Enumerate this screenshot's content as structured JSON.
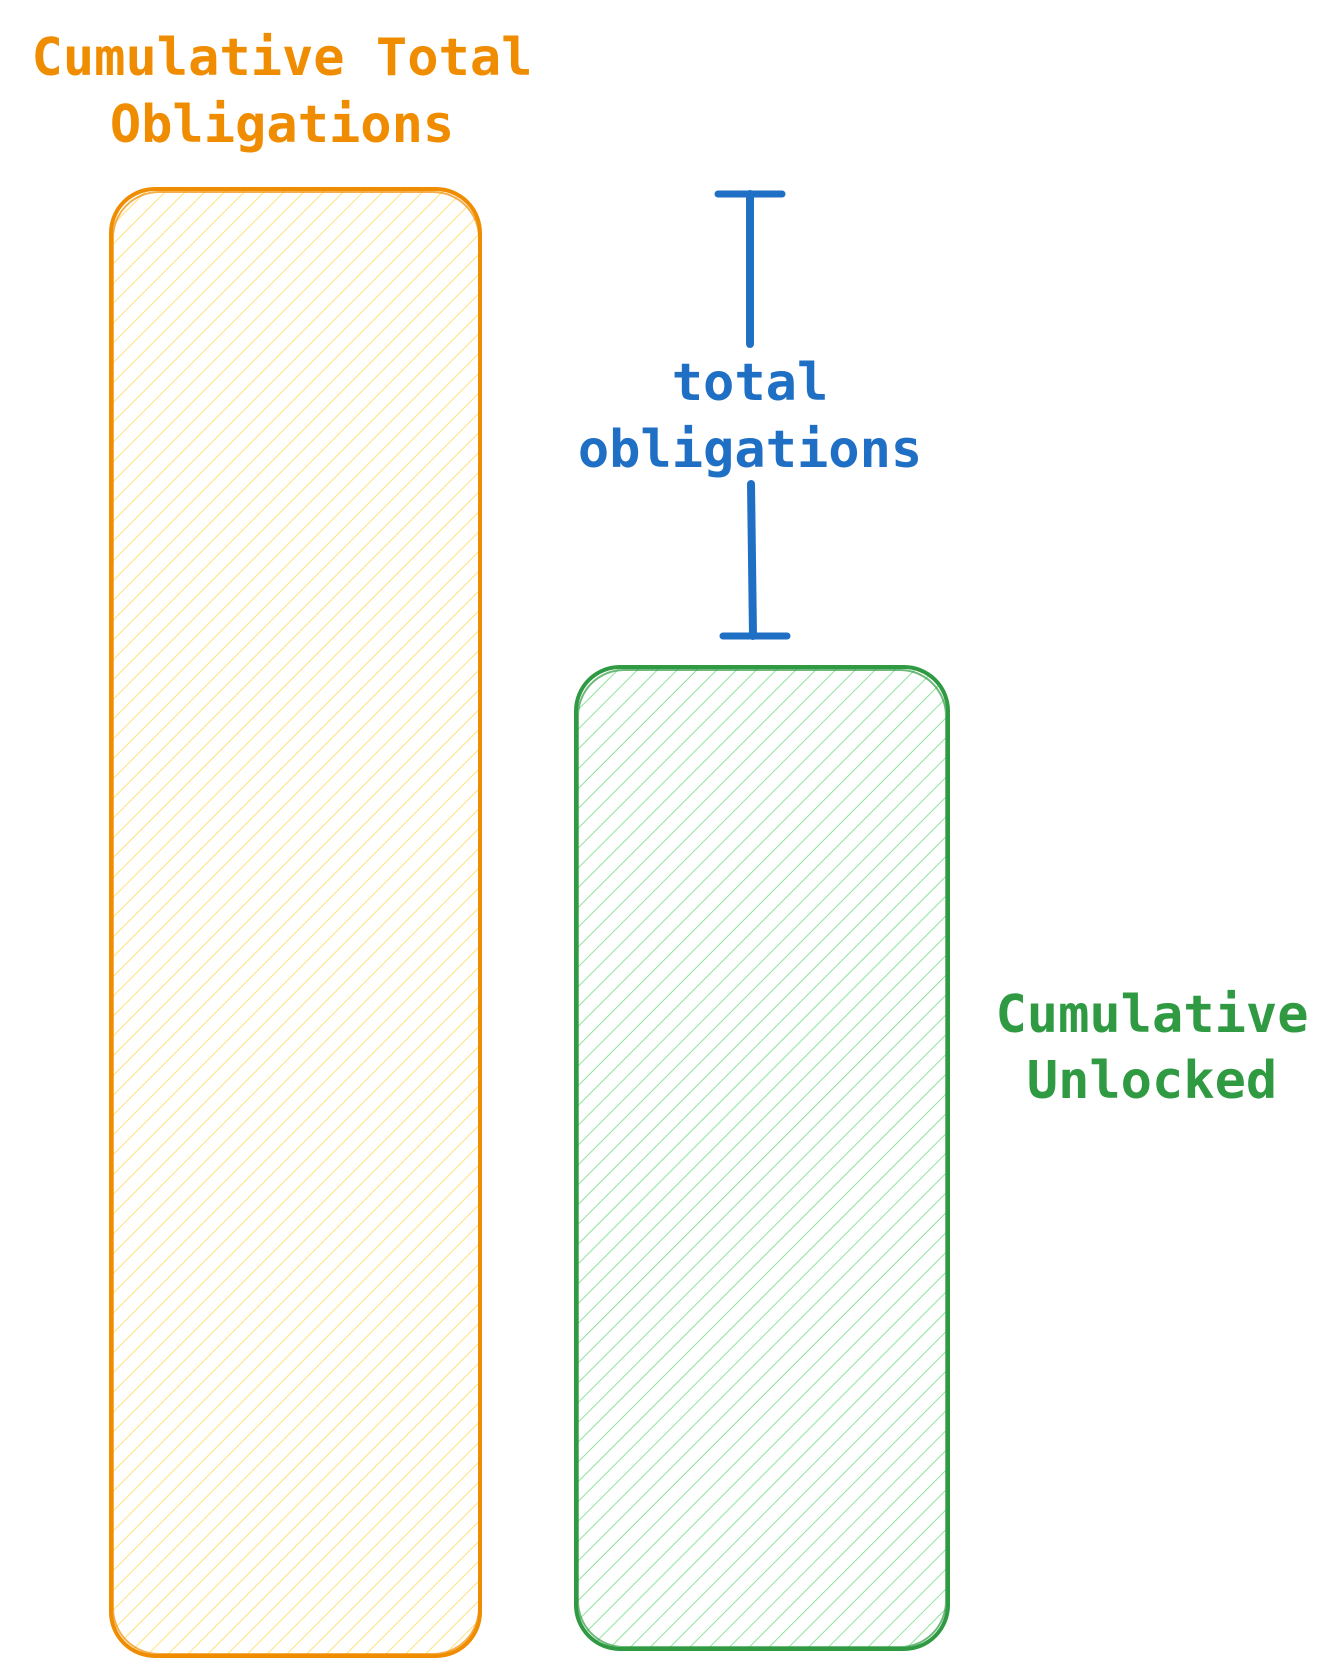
{
  "diagram": {
    "left_bar": {
      "label_line1": "Cumulative Total",
      "label_line2": "Obligations",
      "stroke_color": "#ef8c00",
      "fill_hatch_color": "#ffe17a"
    },
    "right_bar": {
      "label_line1": "Cumulative",
      "label_line2": "Unlocked",
      "stroke_color": "#2f9a42",
      "fill_hatch_color": "#8fe39c"
    },
    "gap_marker": {
      "label_line1": "total",
      "label_line2": "obligations",
      "color": "#1f6fc4"
    }
  }
}
